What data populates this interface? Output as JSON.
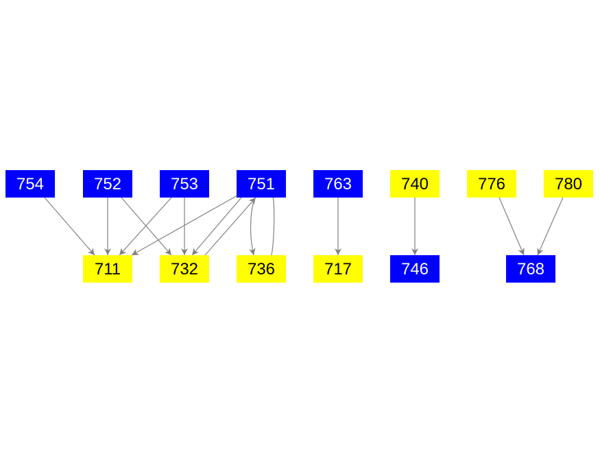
{
  "colors": {
    "blue": "#0000ff",
    "yellow": "#ffff00",
    "edge": "#808080",
    "text_on_blue": "#ffffff",
    "text_on_yellow": "#000000"
  },
  "nodes": [
    {
      "id": "754",
      "label": "754",
      "color": "blue"
    },
    {
      "id": "752",
      "label": "752",
      "color": "blue"
    },
    {
      "id": "753",
      "label": "753",
      "color": "blue"
    },
    {
      "id": "751",
      "label": "751",
      "color": "blue"
    },
    {
      "id": "763",
      "label": "763",
      "color": "blue"
    },
    {
      "id": "740",
      "label": "740",
      "color": "yellow"
    },
    {
      "id": "776",
      "label": "776",
      "color": "yellow"
    },
    {
      "id": "780",
      "label": "780",
      "color": "yellow"
    },
    {
      "id": "711",
      "label": "711",
      "color": "yellow"
    },
    {
      "id": "732",
      "label": "732",
      "color": "yellow"
    },
    {
      "id": "736",
      "label": "736",
      "color": "yellow"
    },
    {
      "id": "717",
      "label": "717",
      "color": "yellow"
    },
    {
      "id": "746",
      "label": "746",
      "color": "blue"
    },
    {
      "id": "768",
      "label": "768",
      "color": "blue"
    }
  ],
  "edges": [
    {
      "from": "754",
      "to": "711"
    },
    {
      "from": "752",
      "to": "711"
    },
    {
      "from": "752",
      "to": "732"
    },
    {
      "from": "753",
      "to": "711"
    },
    {
      "from": "753",
      "to": "732"
    },
    {
      "from": "751",
      "to": "711"
    },
    {
      "from": "751",
      "to": "732"
    },
    {
      "from": "732",
      "to": "751"
    },
    {
      "from": "751",
      "to": "736"
    },
    {
      "from": "736",
      "to": "751"
    },
    {
      "from": "763",
      "to": "717"
    },
    {
      "from": "740",
      "to": "746"
    },
    {
      "from": "776",
      "to": "768"
    },
    {
      "from": "780",
      "to": "768"
    }
  ]
}
